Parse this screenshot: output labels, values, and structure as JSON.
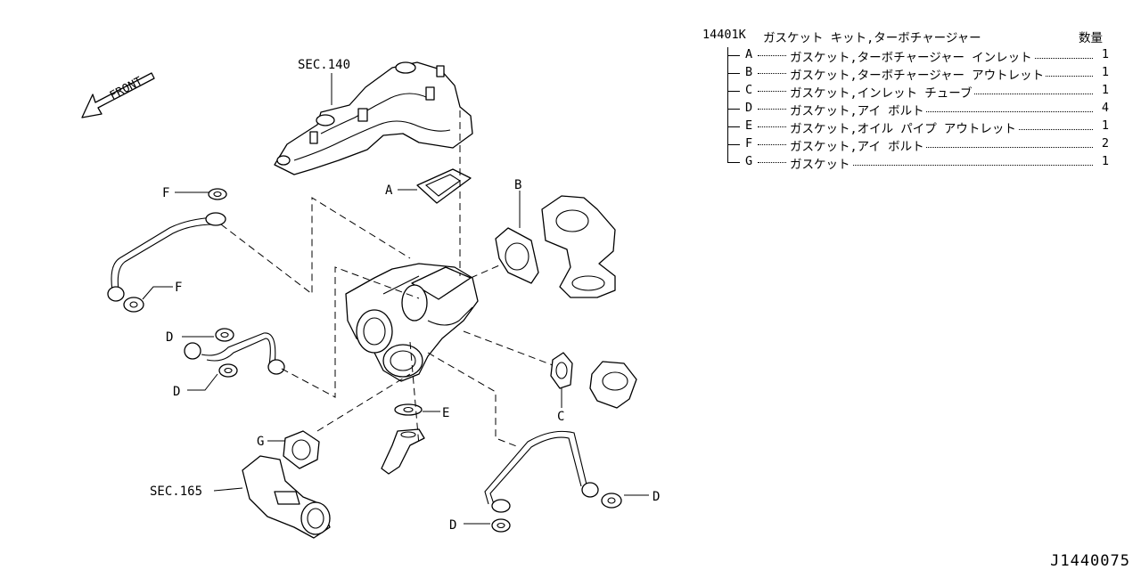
{
  "diagram": {
    "figure_id": "J1440075",
    "front_label": "FRONT",
    "section_refs": {
      "exhaust_manifold": "SEC.140",
      "air_duct": "SEC.165"
    },
    "callouts": {
      "A": "A",
      "B": "B",
      "C": "C",
      "D": "D",
      "E": "E",
      "F": "F",
      "G": "G"
    }
  },
  "legend": {
    "kit_number": "14401K",
    "kit_name": "ガスケット キット,ターボチャージャー",
    "quantity_header": "数量",
    "items": [
      {
        "code": "A",
        "name": "ガスケット,ターボチャージャー インレット",
        "qty": "1"
      },
      {
        "code": "B",
        "name": "ガスケット,ターボチャージャー アウトレット",
        "qty": "1"
      },
      {
        "code": "C",
        "name": "ガスケット,インレット チューブ",
        "qty": "1"
      },
      {
        "code": "D",
        "name": "ガスケット,アイ ボルト",
        "qty": "4"
      },
      {
        "code": "E",
        "name": "ガスケット,オイル パイプ アウトレット",
        "qty": "1"
      },
      {
        "code": "F",
        "name": "ガスケット,アイ ボルト",
        "qty": "2"
      },
      {
        "code": "G",
        "name": "ガスケット",
        "qty": "1"
      }
    ]
  }
}
